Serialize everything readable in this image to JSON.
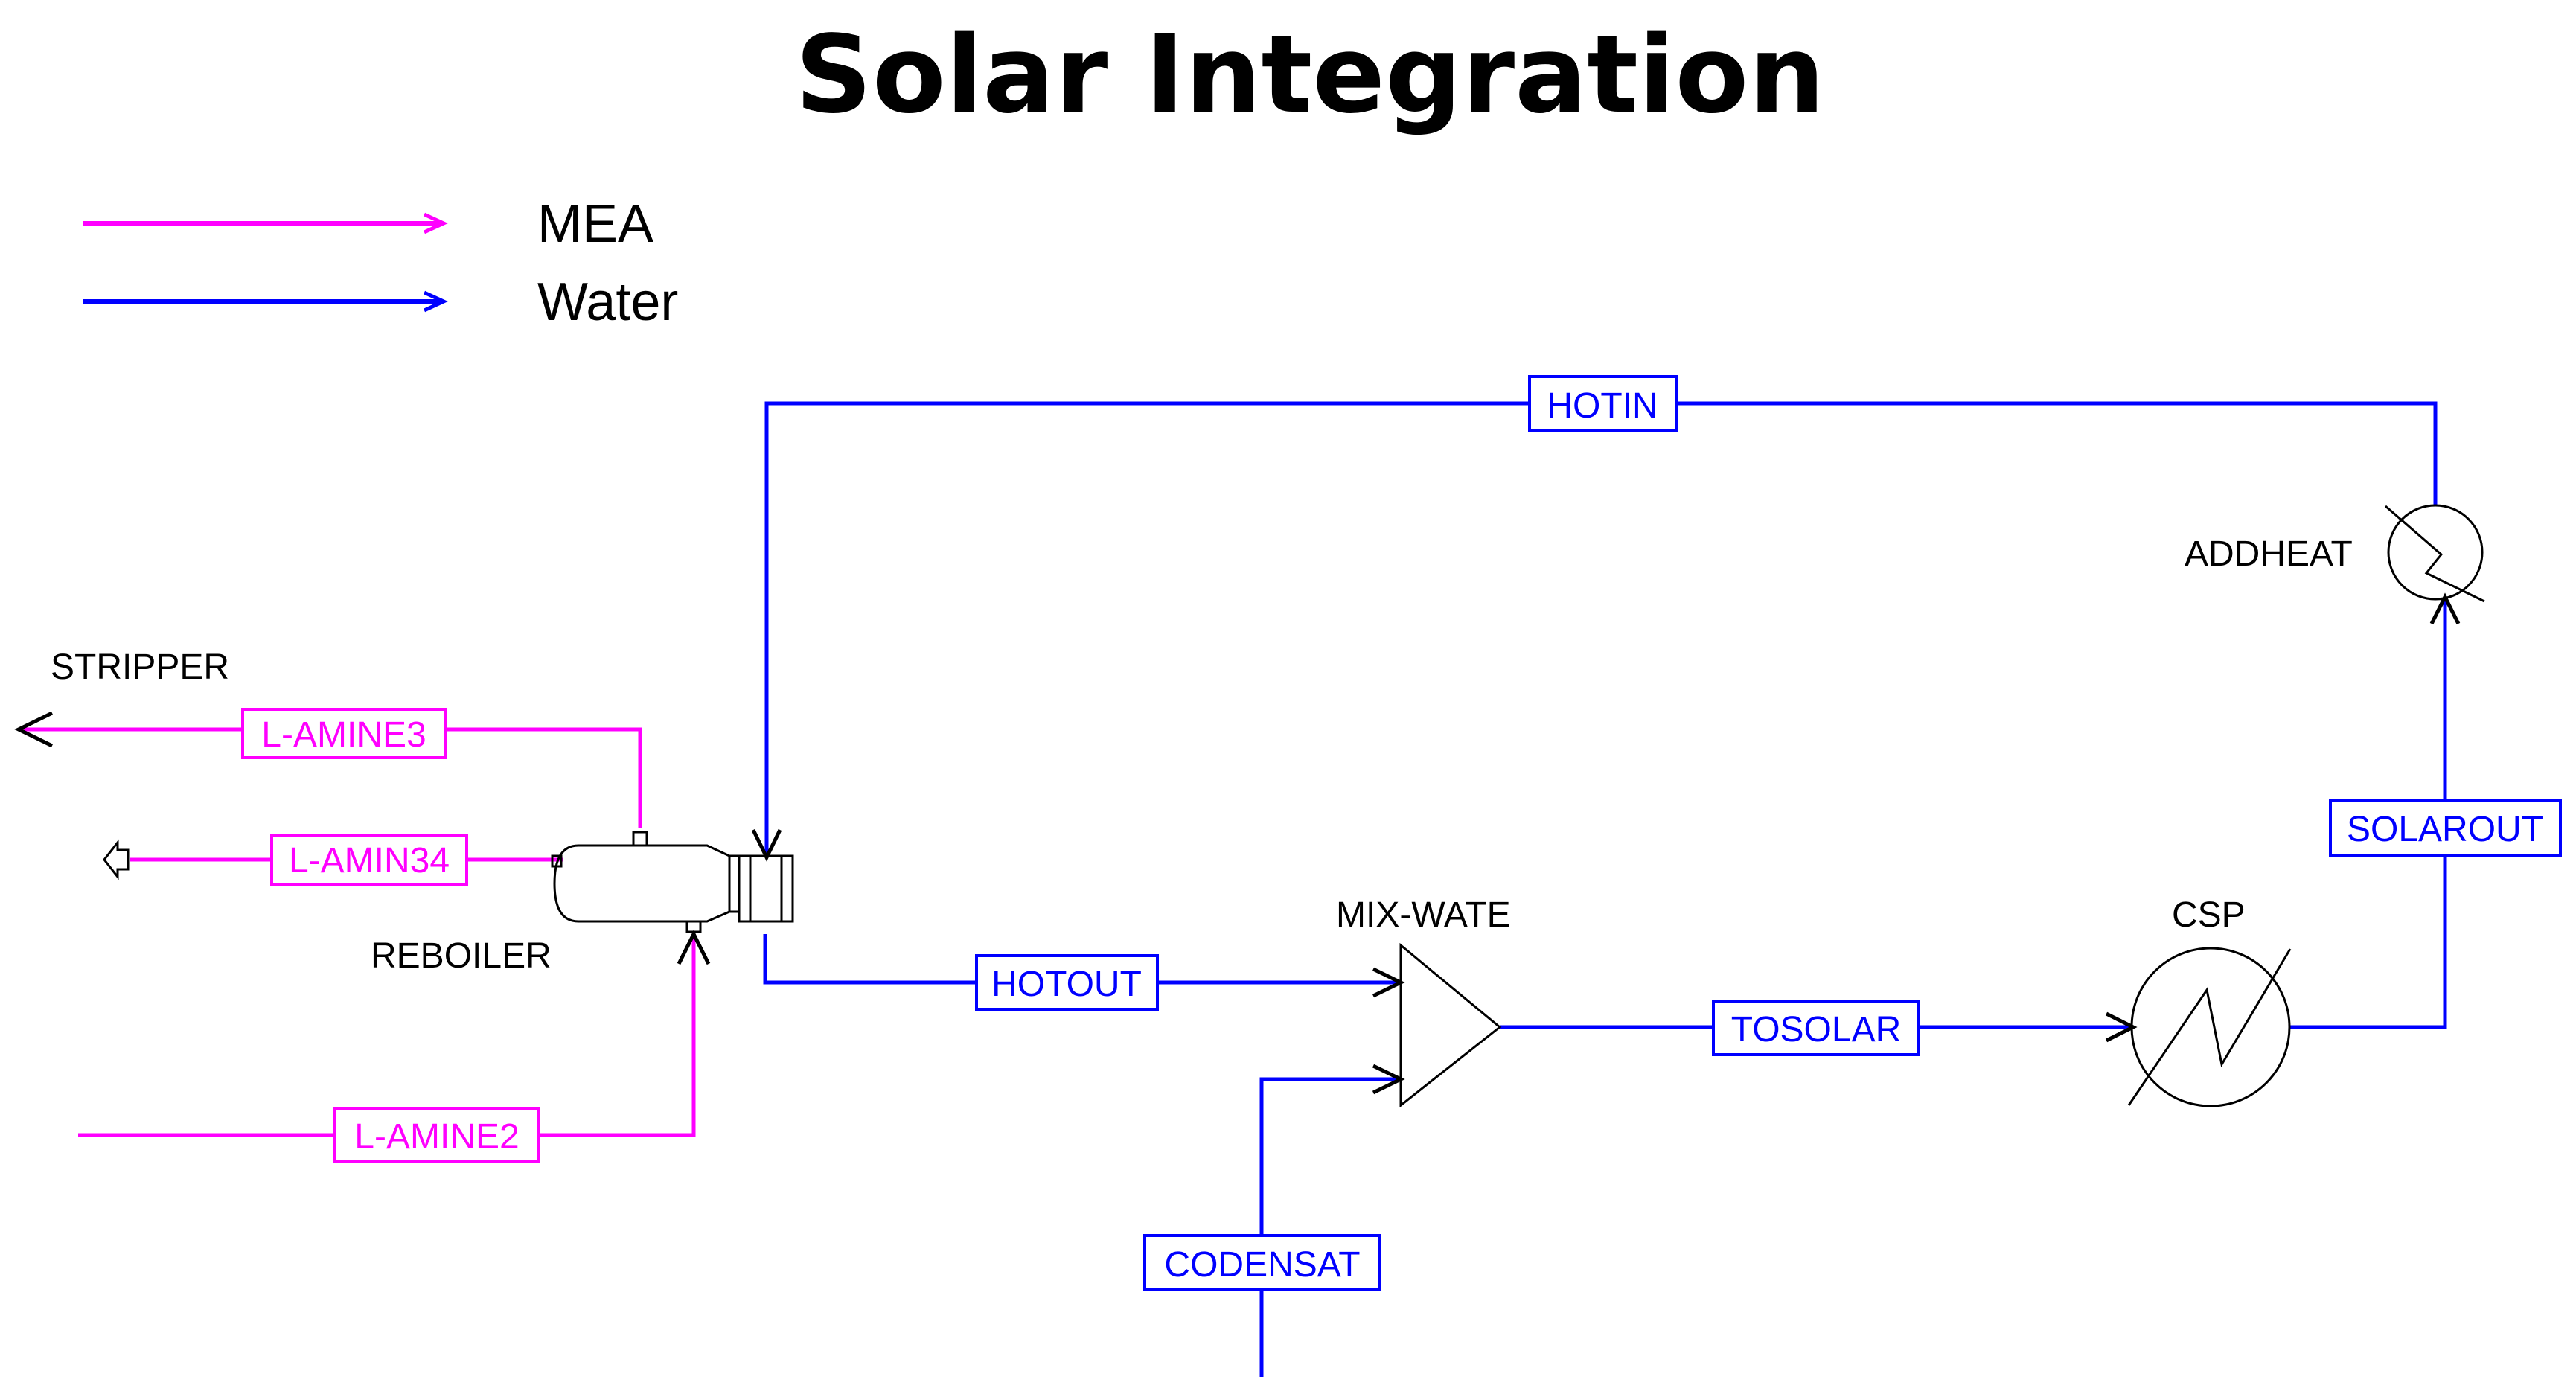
{
  "title": "Solar Integration",
  "colors": {
    "mea": "#ff00ff",
    "water": "#0000ff",
    "equipment": "#000000"
  },
  "legend": [
    {
      "label": "MEA",
      "color": "#ff00ff"
    },
    {
      "label": "Water",
      "color": "#0000ff"
    }
  ],
  "units": {
    "stripper": "STRIPPER",
    "reboiler": "REBOILER",
    "mix_wate": "MIX-WATE",
    "csp": "CSP",
    "addheat": "ADDHEAT"
  },
  "streams": {
    "l_amine3": "L-AMINE3",
    "l_amin34": "L-AMIN34",
    "l_amine2": "L-AMINE2",
    "hotout": "HOTOUT",
    "hotin": "HOTIN",
    "codensat": "CODENSAT",
    "tosolar": "TOSOLAR",
    "solarout": "SOLAROUT"
  }
}
